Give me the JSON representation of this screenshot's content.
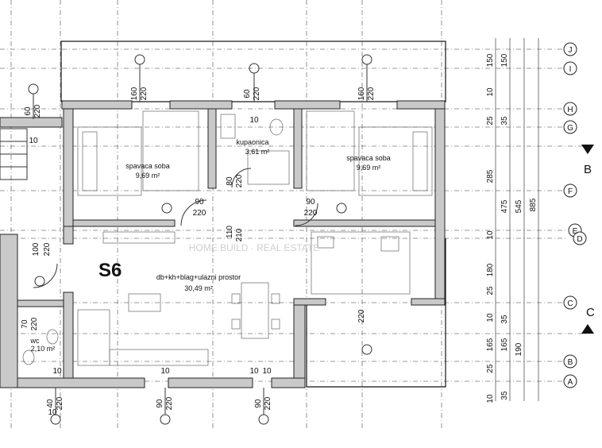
{
  "apartment": {
    "label": "S6"
  },
  "rooms": [
    {
      "name": "spavaca soba",
      "area": "9,69 m²"
    },
    {
      "name": "kupaonica",
      "area": "3,61 m²"
    },
    {
      "name": "spavaca soba",
      "area": "9,69 m²"
    },
    {
      "name": "db+kh+blag+ulazni prostor",
      "area": "30,49 m²"
    },
    {
      "name": "wc",
      "area": "2,10 m²"
    }
  ],
  "grid_axes": [
    "J",
    "I",
    "H",
    "G",
    "F",
    "E",
    "D",
    "C",
    "B",
    "A"
  ],
  "section_markers": [
    "B",
    "C"
  ],
  "vertical_dimensions": {
    "column1": [
      "150",
      "10",
      "25",
      "285",
      "10",
      "180",
      "25",
      "10",
      "165",
      "25",
      "10"
    ],
    "column2": [
      "150",
      "35",
      "475",
      "35",
      "165",
      "35"
    ],
    "column3": [
      "545",
      "190"
    ],
    "column4": [
      "885"
    ]
  },
  "openings_top": [
    {
      "width": "60",
      "height": "220"
    },
    {
      "width": "160",
      "height": "220"
    },
    {
      "width": "60",
      "height": "220"
    },
    {
      "width": "160",
      "height": "220"
    }
  ],
  "openings_inner": [
    {
      "width": "90",
      "height": "220"
    },
    {
      "width": "90",
      "height": "220"
    },
    {
      "width": "80",
      "height": "220"
    },
    {
      "width": "110",
      "height": "210"
    },
    {
      "width": "100",
      "height": "220"
    },
    {
      "width": "70",
      "height": "220"
    }
  ],
  "openings_bottom": [
    {
      "width": "40",
      "height": "220"
    },
    {
      "width": "90",
      "height": "220"
    },
    {
      "width": "90",
      "height": "220"
    },
    {
      "width": "220"
    },
    {
      "width": "10"
    }
  ],
  "wall_thickness_labels": [
    "10",
    "10",
    "10",
    "10",
    "10",
    "10"
  ],
  "watermark": "HOME BUILD · REAL ESTATE"
}
